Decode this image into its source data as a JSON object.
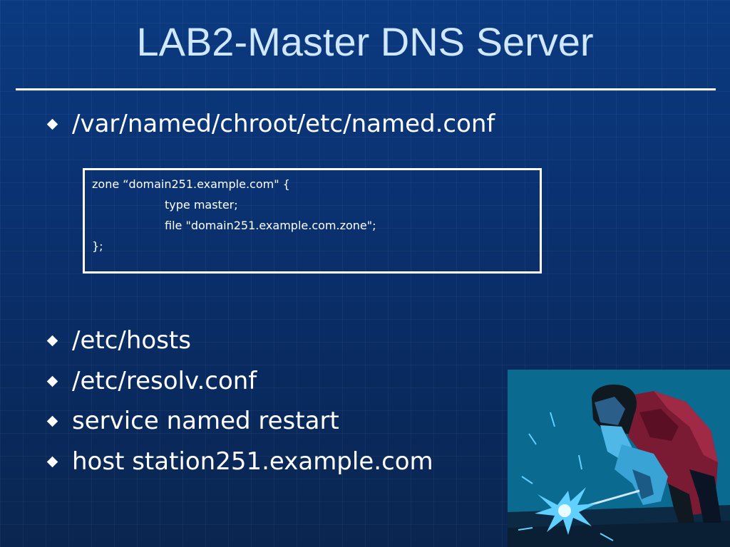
{
  "slide": {
    "title": "LAB2-Master DNS Server",
    "bullets": [
      "/var/named/chroot/etc/named.conf",
      "/etc/hosts",
      "/etc/resolv.conf",
      "service named restart",
      "host station251.example.com"
    ],
    "code_lines": [
      "zone “domain251.example.com\" {",
      "type master;",
      "file \"domain251.example.com.zone\";",
      "};"
    ]
  },
  "colors": {
    "background": "#0a3272",
    "title": "#cfe8ff",
    "text": "#ffffff",
    "clipart_bg": "#0b6a8f",
    "clipart_suit": "#7a1a33",
    "clipart_spark": "#5fd0ff"
  },
  "icons": {
    "bullet": "diamond-bullet-icon",
    "clipart": "welder-clipart"
  }
}
